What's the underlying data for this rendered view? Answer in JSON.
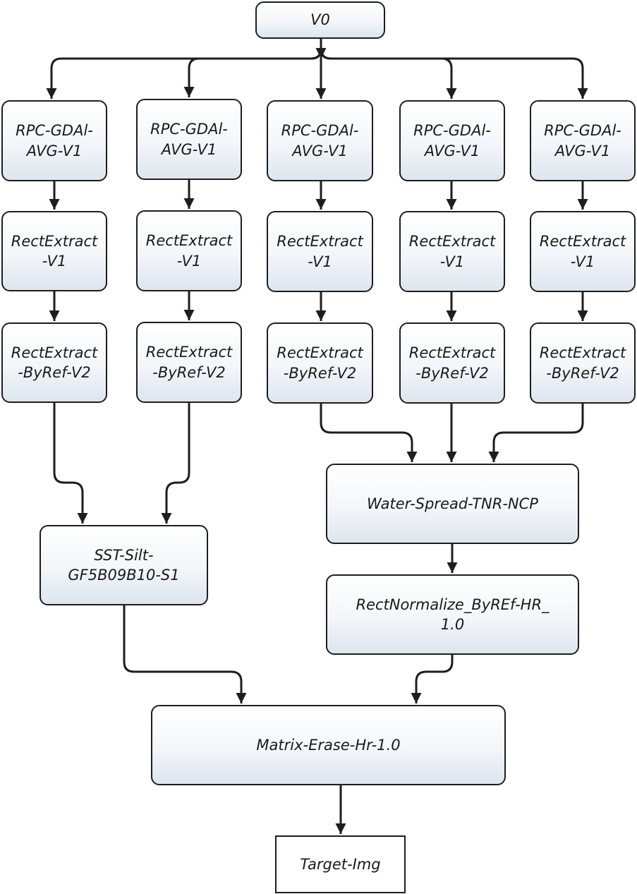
{
  "diagram": {
    "start": "V0",
    "columns": [
      {
        "rpc": "RPC-GDAl-\nAVG-V1",
        "extract": "RectExtract\n-V1",
        "extract_ref": "RectExtract\n-ByRef-V2"
      },
      {
        "rpc": "RPC-GDAl-\nAVG-V1",
        "extract": "RectExtract\n-V1",
        "extract_ref": "RectExtract\n-ByRef-V2"
      },
      {
        "rpc": "RPC-GDAl-\nAVG-V1",
        "extract": "RectExtract\n-V1",
        "extract_ref": "RectExtract\n-ByRef-V2"
      },
      {
        "rpc": "RPC-GDAl-\nAVG-V1",
        "extract": "RectExtract\n-V1",
        "extract_ref": "RectExtract\n-ByRef-V2"
      },
      {
        "rpc": "RPC-GDAl-\nAVG-V1",
        "extract": "RectExtract\n-V1",
        "extract_ref": "RectExtract\n-ByRef-V2"
      }
    ],
    "sst": "SST-Silt-\nGF5B09B10-S1",
    "water": "Water-Spread-TNR-NCP",
    "normalize": "RectNormalize_ByREf-HR_\n1.0",
    "matrix": "Matrix-Erase-Hr-1.0",
    "target": "Target-Img"
  },
  "colors": {
    "line": "#1e1e1e",
    "node_border": "#1e1e1e",
    "node_fill_top": "#ffffff",
    "node_fill_bottom": "#dde5ee"
  }
}
